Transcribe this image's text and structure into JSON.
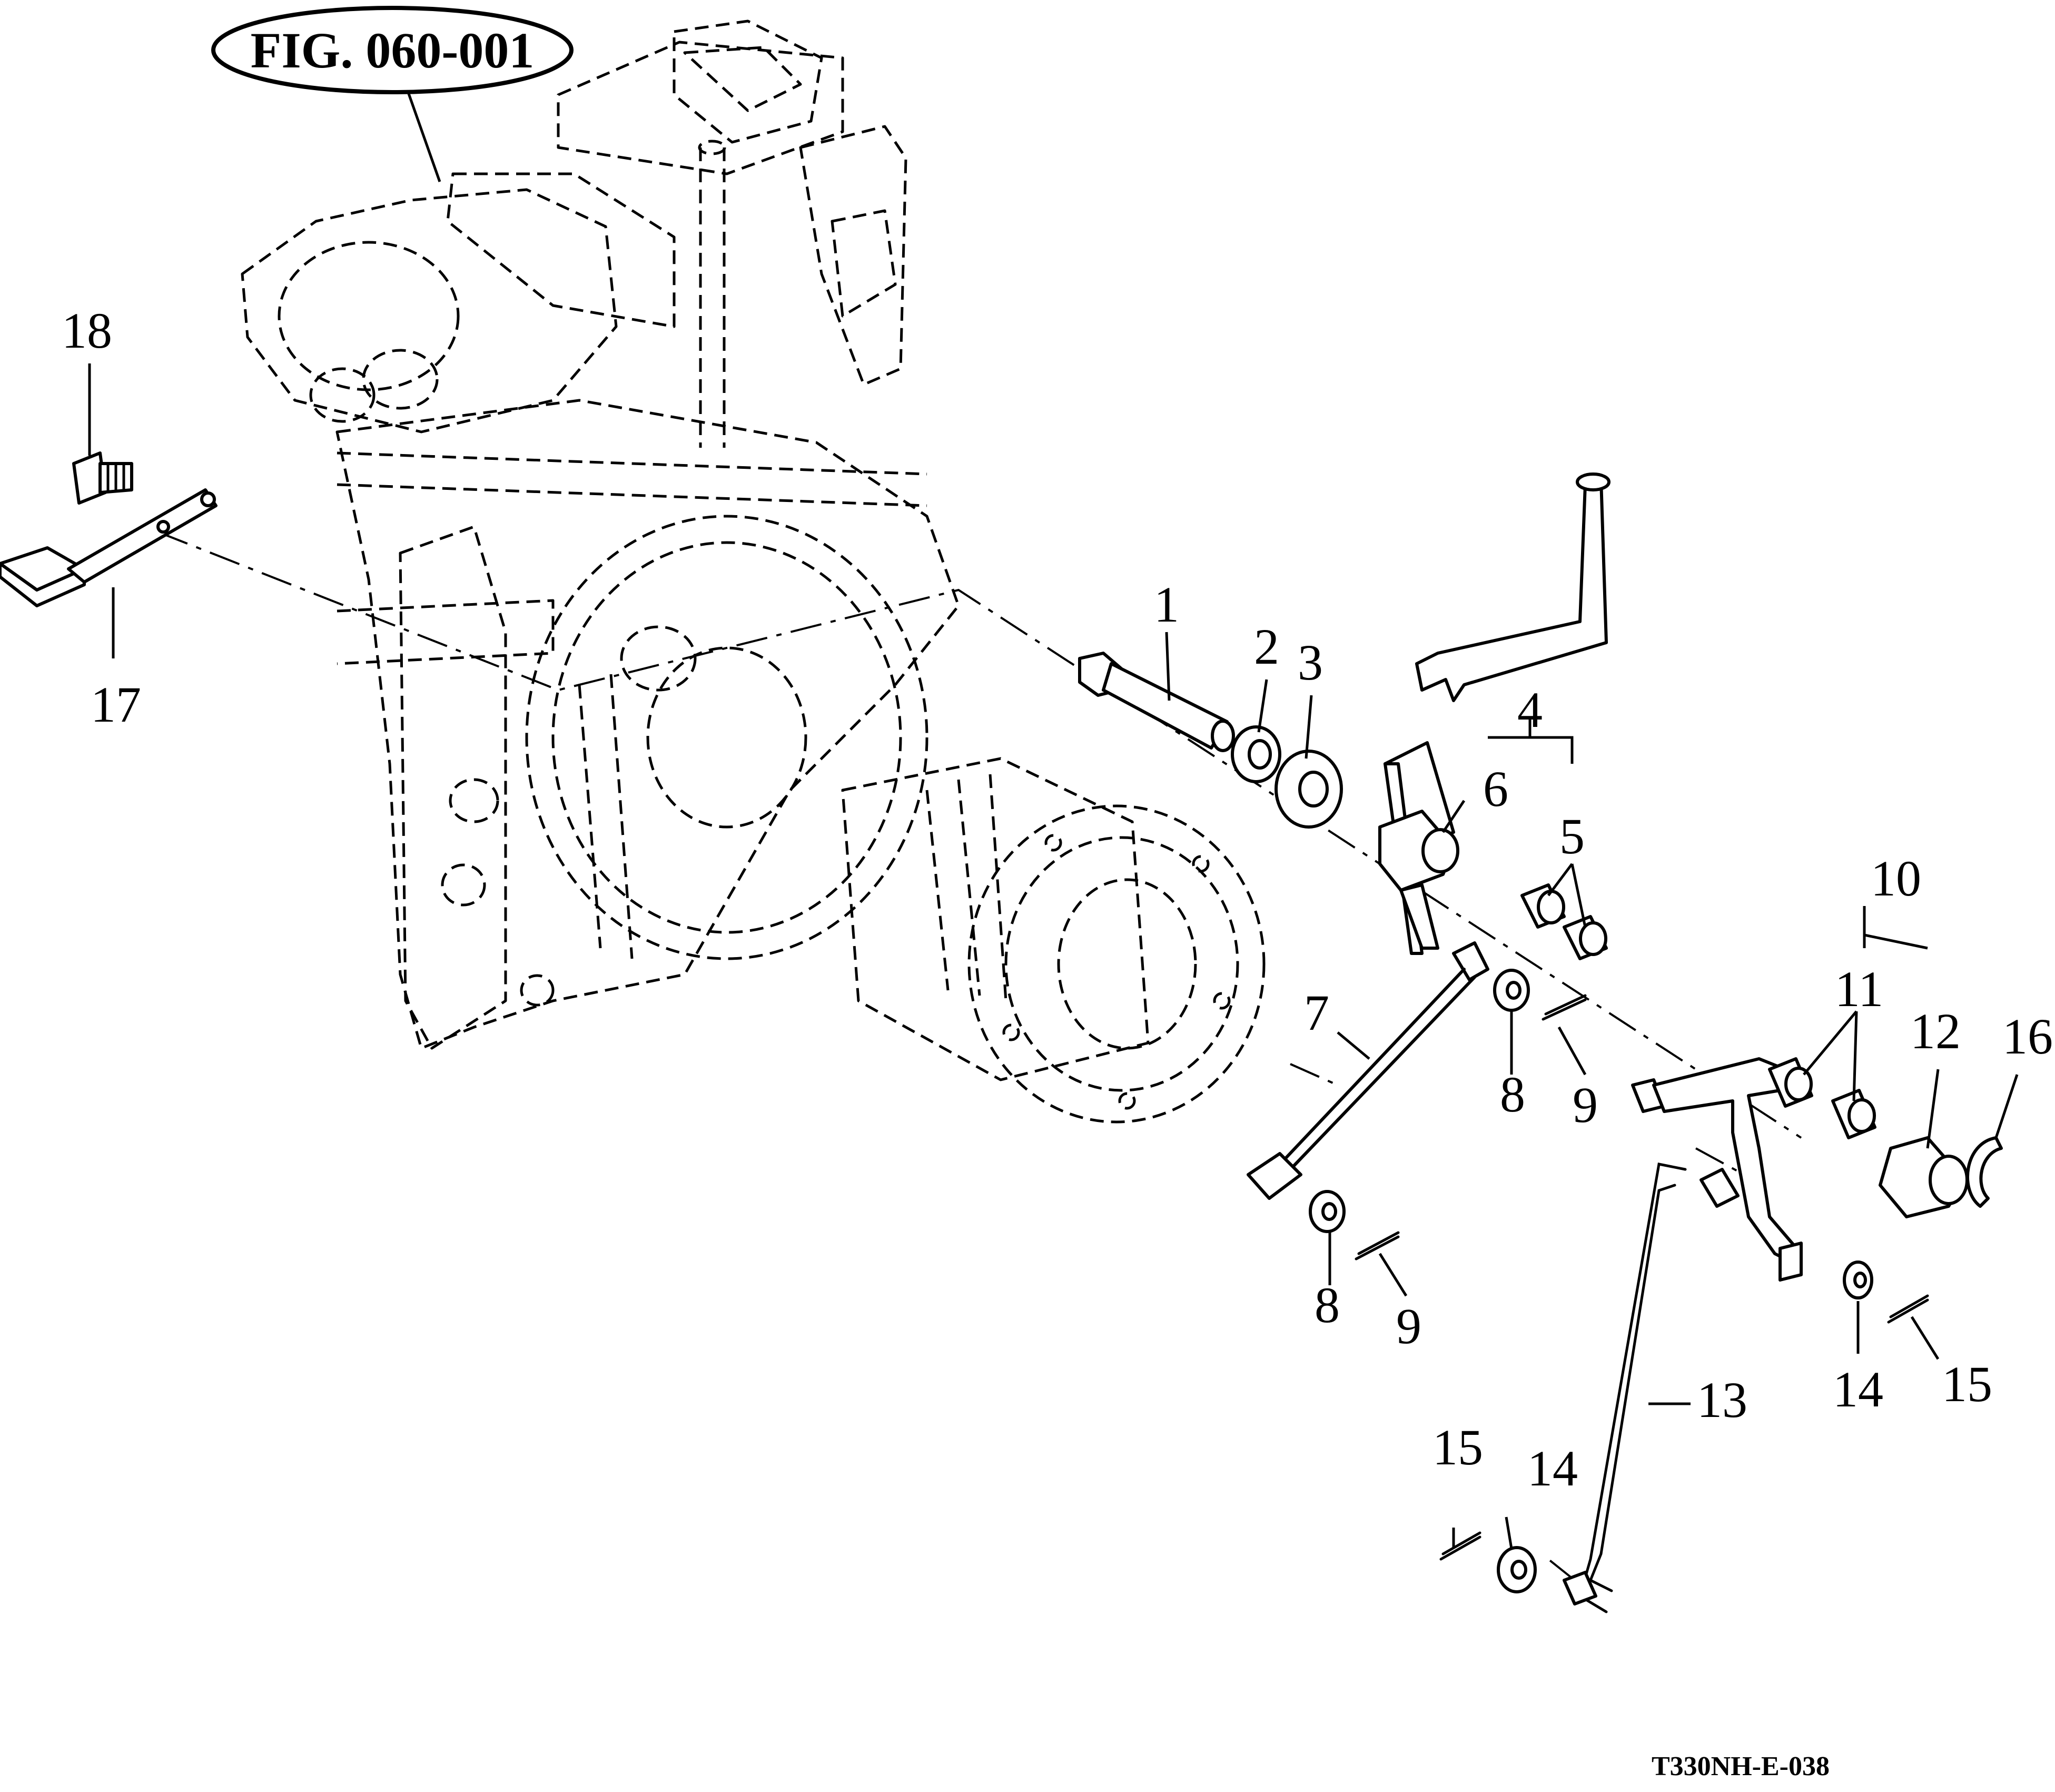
{
  "figure_reference": "FIG. 060-001",
  "document_number": "T330NH-E-038",
  "callouts": [
    {
      "id": "1",
      "label": "1"
    },
    {
      "id": "2",
      "label": "2"
    },
    {
      "id": "3",
      "label": "3"
    },
    {
      "id": "4",
      "label": "4"
    },
    {
      "id": "5",
      "label": "5"
    },
    {
      "id": "6",
      "label": "6"
    },
    {
      "id": "7",
      "label": "7"
    },
    {
      "id": "8a",
      "label": "8"
    },
    {
      "id": "8b",
      "label": "8"
    },
    {
      "id": "9a",
      "label": "9"
    },
    {
      "id": "9b",
      "label": "9"
    },
    {
      "id": "10",
      "label": "10"
    },
    {
      "id": "11",
      "label": "11"
    },
    {
      "id": "12",
      "label": "12"
    },
    {
      "id": "13",
      "label": "13"
    },
    {
      "id": "14a",
      "label": "14"
    },
    {
      "id": "14b",
      "label": "14"
    },
    {
      "id": "15a",
      "label": "15"
    },
    {
      "id": "15b",
      "label": "15"
    },
    {
      "id": "16",
      "label": "16"
    },
    {
      "id": "17",
      "label": "17"
    },
    {
      "id": "18",
      "label": "18"
    }
  ]
}
